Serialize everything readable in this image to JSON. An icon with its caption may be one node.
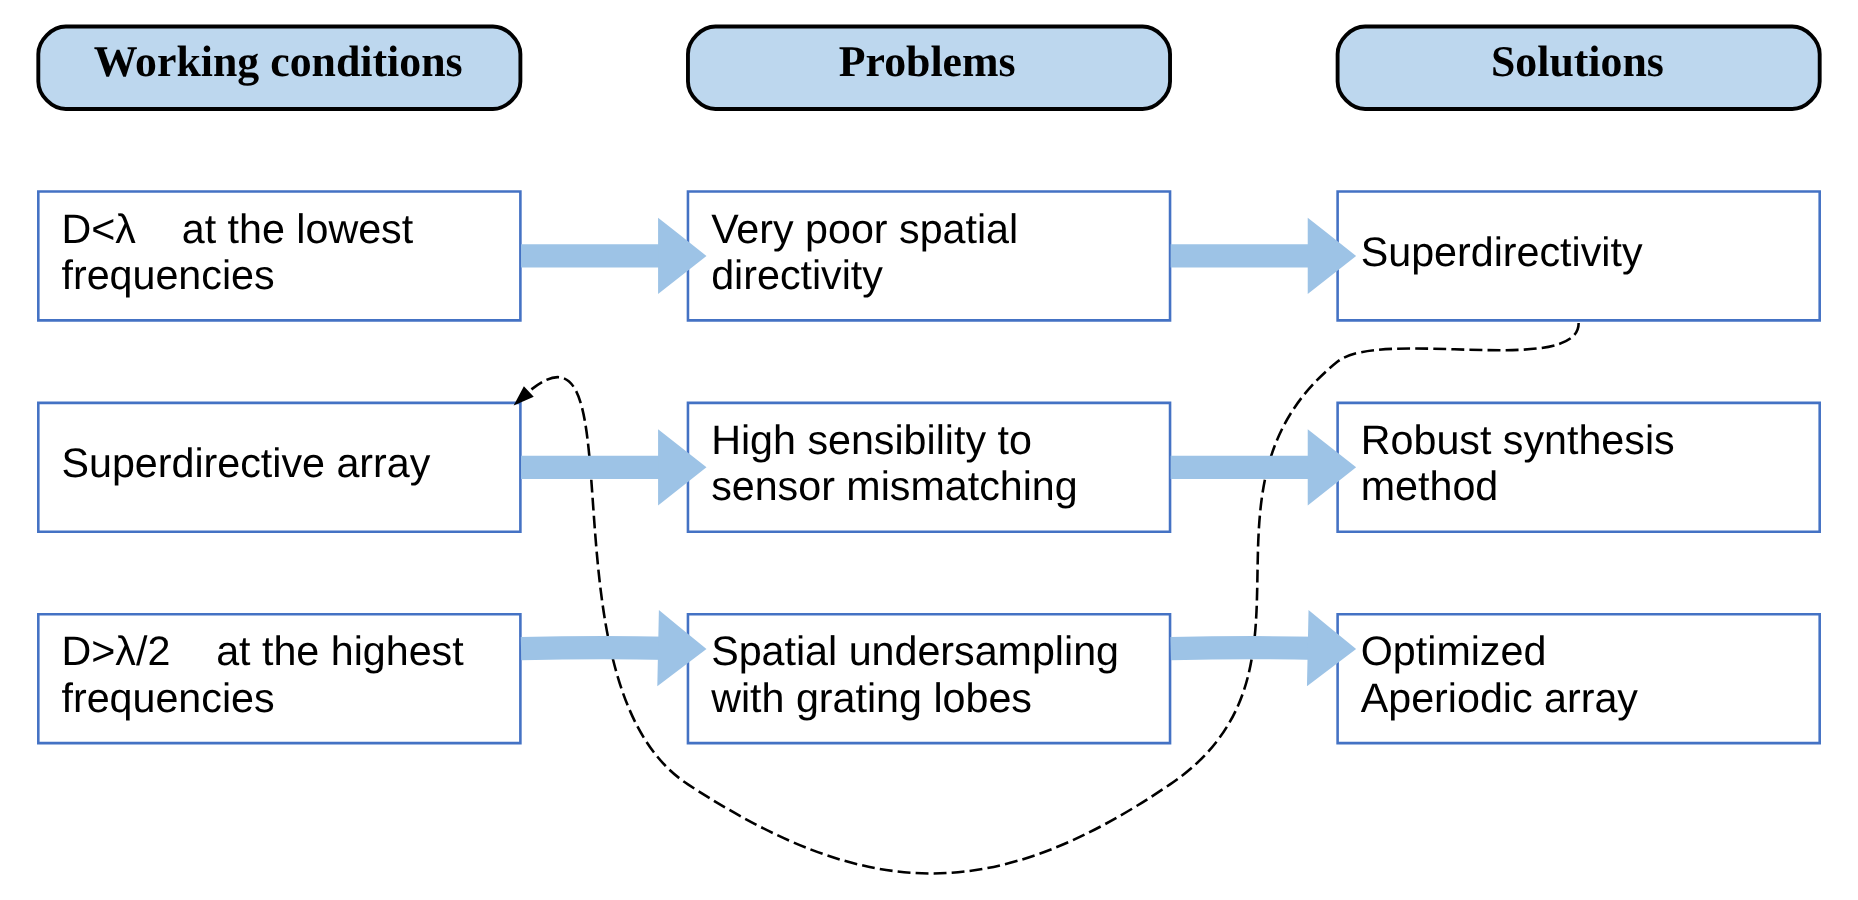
{
  "diagram": {
    "nodes": [
      {
        "text": [
          "Working conditions"
        ]
      },
      {
        "text": [
          "Problems"
        ]
      },
      {
        "text": [
          "Solutions"
        ]
      },
      {
        "text": [
          "D<λ    at the lowest frequencies"
        ]
      },
      {
        "text": [
          "Very poor spatial directivity"
        ]
      },
      {
        "text": [
          "Superdirectivity"
        ]
      },
      {
        "text": [
          "Superdirective array"
        ]
      },
      {
        "text": [
          "High sensibility to sensor mismatching"
        ]
      },
      {
        "text": [
          "Robust synthesis method"
        ]
      },
      {
        "text": [
          "D>λ/2    at the highest frequencies"
        ]
      },
      {
        "text": [
          "Spatial undersampling with grating lobes"
        ]
      },
      {
        "text": [
          "Optimized Aperiodic array"
        ]
      }
    ],
    "edges": [
      {
        "from": 3,
        "to": 4,
        "arrow": "to"
      },
      {
        "from": 4,
        "to": 5,
        "arrow": "to"
      },
      {
        "from": 5,
        "to": 6,
        "arrow": "to",
        "style": "dashed",
        "color": "#000000"
      },
      {
        "from": 6,
        "to": 7,
        "arrow": "to"
      },
      {
        "from": 7,
        "to": 8,
        "arrow": "to"
      },
      {
        "from": 9,
        "to": 10,
        "arrow": "to"
      },
      {
        "from": 10,
        "to": 11,
        "arrow": "to"
      }
    ]
  }
}
